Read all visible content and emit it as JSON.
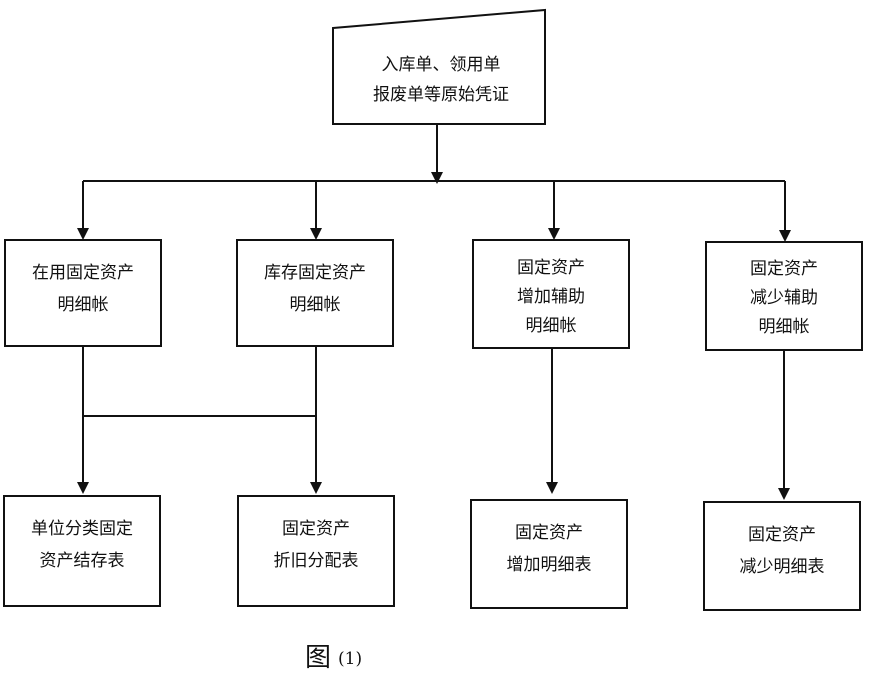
{
  "source_node": {
    "lines": [
      "入库单、领用单",
      "报废单等原始凭证"
    ]
  },
  "ledgers": [
    {
      "id": "in-use-ledger",
      "lines": [
        "在用固定资产",
        "明细帐"
      ]
    },
    {
      "id": "stock-ledger",
      "lines": [
        "库存固定资产",
        "明细帐"
      ]
    },
    {
      "id": "increase-ledger",
      "lines": [
        "固定资产",
        "增加辅助",
        "明细帐"
      ]
    },
    {
      "id": "decrease-ledger",
      "lines": [
        "固定资产",
        "减少辅助",
        "明细帐"
      ]
    }
  ],
  "reports": [
    {
      "id": "classification-report",
      "lines": [
        "单位分类固定",
        "资产结存表"
      ]
    },
    {
      "id": "depreciation-report",
      "lines": [
        "固定资产",
        "折旧分配表"
      ]
    },
    {
      "id": "increase-report",
      "lines": [
        "固定资产",
        "增加明细表"
      ]
    },
    {
      "id": "decrease-report",
      "lines": [
        "固定资产",
        "减少明细表"
      ]
    }
  ],
  "caption": {
    "main": "图",
    "number": "(1)"
  }
}
